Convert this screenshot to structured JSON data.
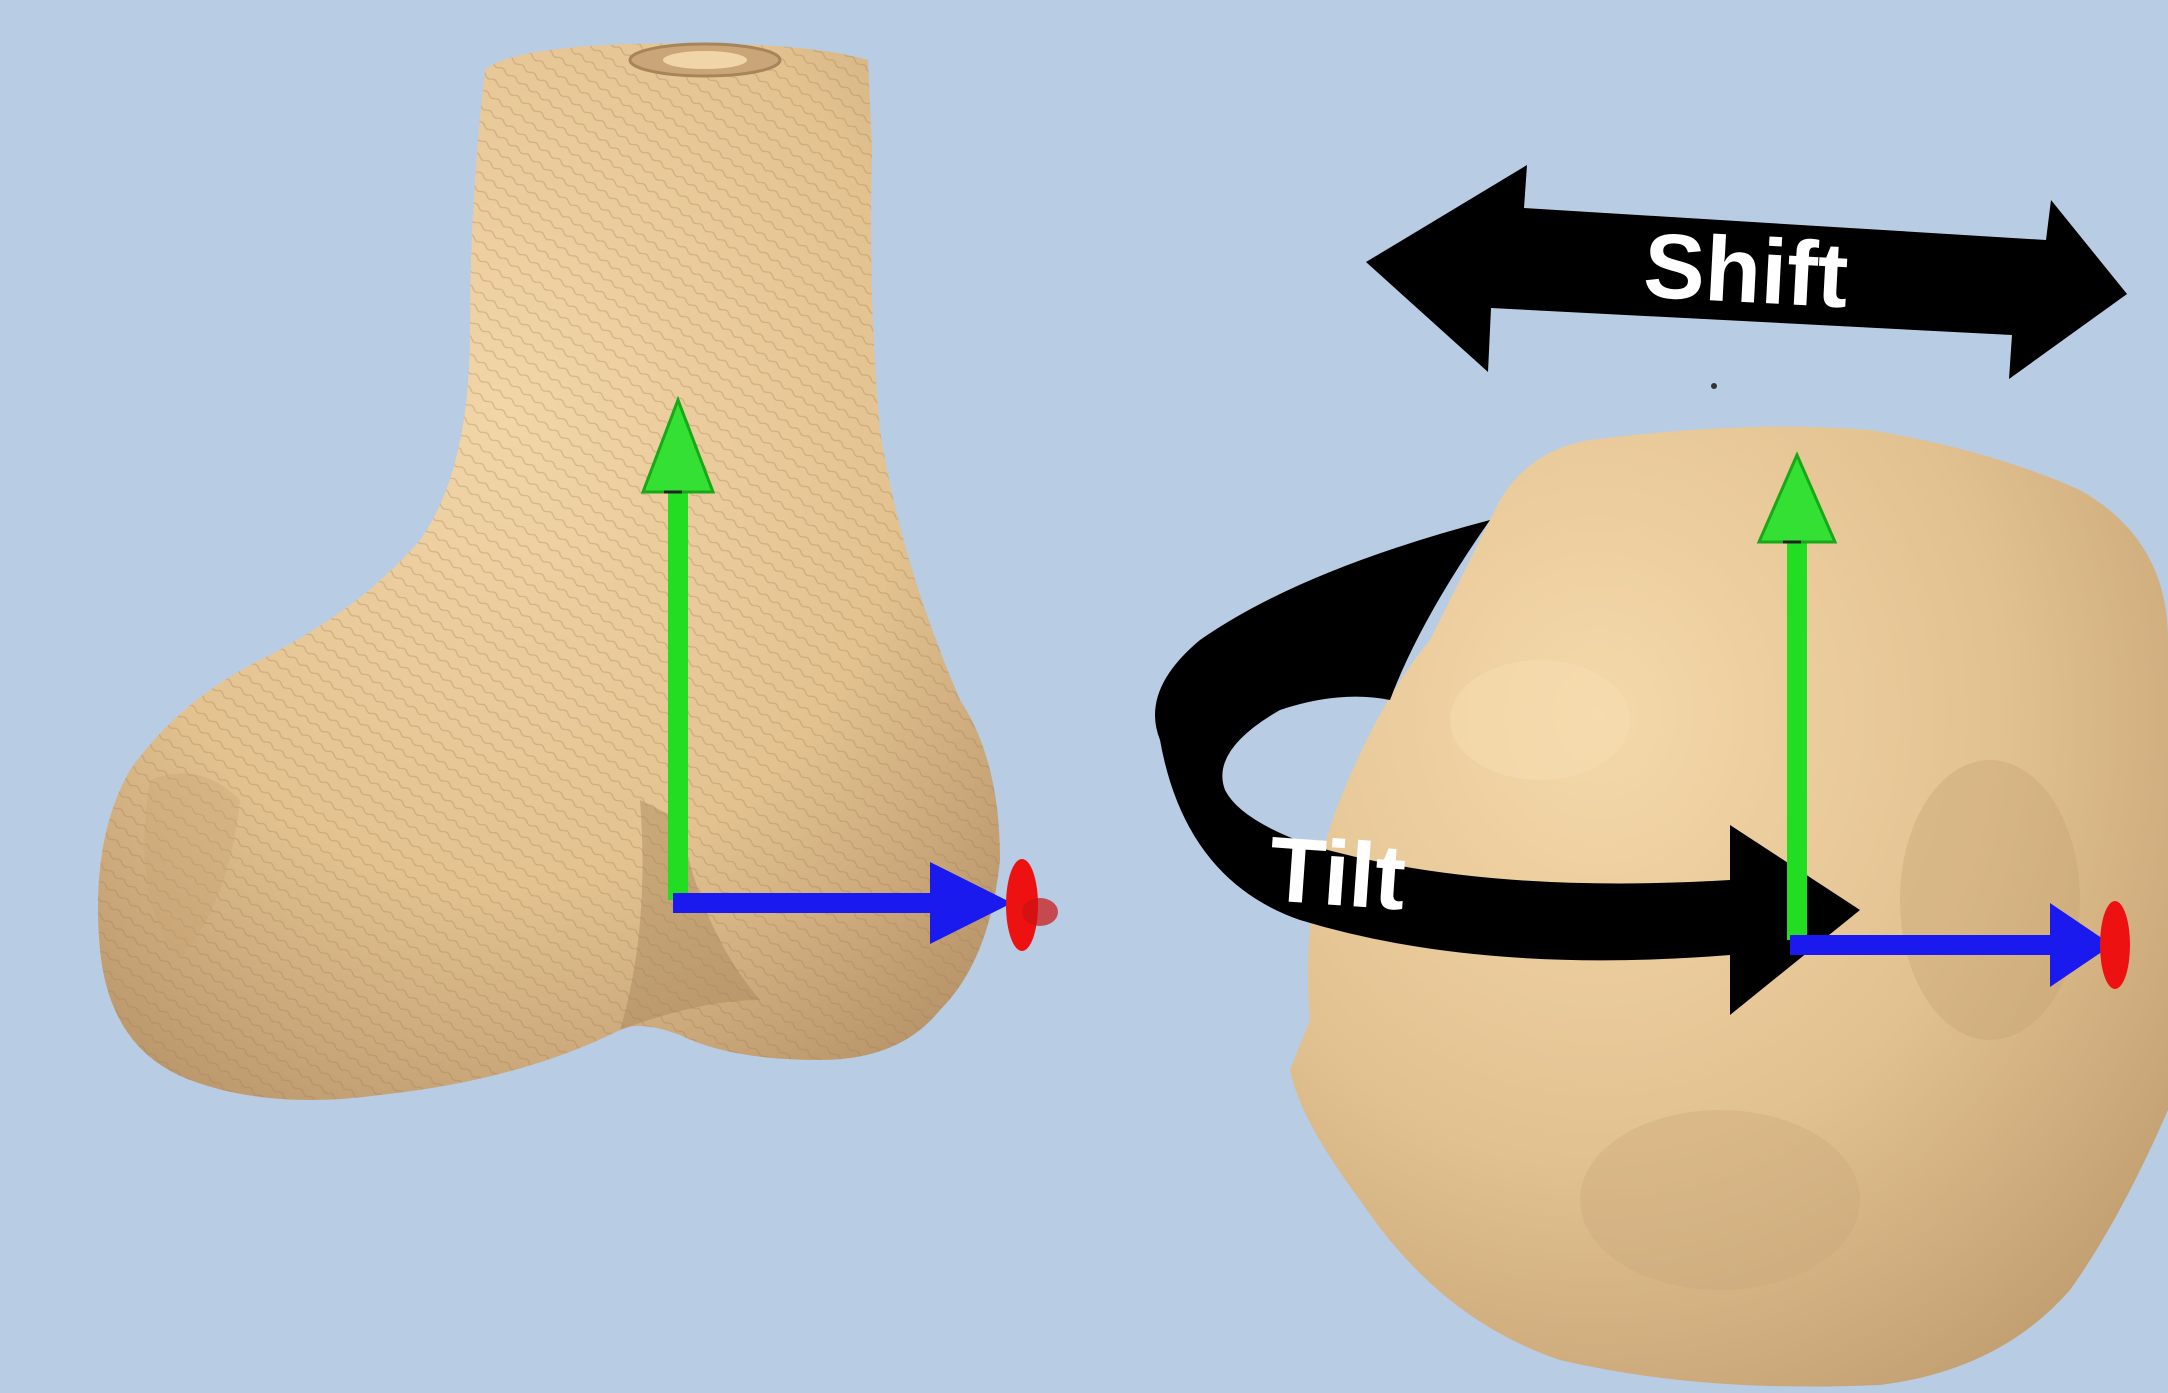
{
  "colors": {
    "background": "#b8cce4",
    "bone": "#e8c898",
    "bone_shadow": "#b8956a",
    "arrow_fill": "#000000",
    "label_text": "#ffffff",
    "axis_y": "#22dd22",
    "axis_x": "#1a1aee",
    "axis_z": "#ee1111"
  },
  "labels": {
    "shift": "Shift",
    "tilt": "Tilt"
  },
  "icons": {
    "shift_arrow": "double-headed-arrow",
    "tilt_arrow": "curved-rotation-arrow"
  }
}
